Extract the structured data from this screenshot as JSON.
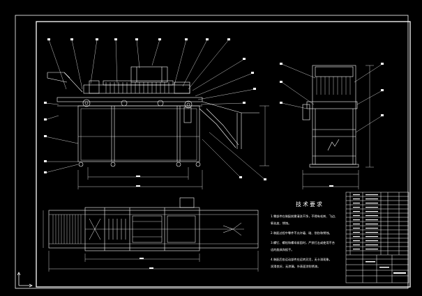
{
  "drawing": {
    "colors": {
      "background": "#000000",
      "line": "#ffffff",
      "accent": "#ffff00"
    },
    "technical_notes": {
      "title": "技术要求",
      "items": [
        "1.零部件在装配前需清洗干净，不得有毛刺、飞边、",
        "  氧化皮、锈蚀。",
        "2.装配过程中零件不允许磕、碰、划伤和锈蚀。",
        "3.螺钉、螺栓和螺母紧固时，严禁打击或使用不合",
        "  适的旋具和扳手。",
        "4.装配后各运动部件应运转灵活，无卡滞现象，",
        "  润滑良好，无渗漏，外表面涂防锈漆。"
      ]
    },
    "title_block": {
      "rows": 15
    }
  }
}
